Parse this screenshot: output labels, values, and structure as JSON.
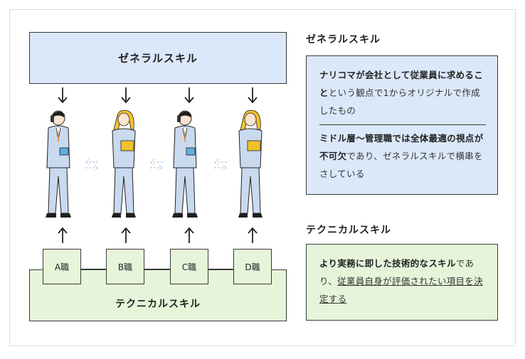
{
  "diagram": {
    "general_skill_label": "ゼネラルスキル",
    "technical_skill_label": "テクニカルスキル",
    "jobs": [
      {
        "label": "A職"
      },
      {
        "label": "B職"
      },
      {
        "label": "C職"
      },
      {
        "label": "D職"
      }
    ]
  },
  "panel": {
    "general": {
      "title": "ゼネラルスキル",
      "p1_bold": "ナリコマが会社として従業員に求めること",
      "p1_rest": "という観点で1からオリジナルで作成したもの",
      "p2_bold": "ミドル層〜管理職では全体最適の視点が不可欠",
      "p2_rest": "であり、ゼネラルスキルで横串をさしている"
    },
    "technical": {
      "title": "テクニカルスキル",
      "bold": "より実務に即した技術的なスキル",
      "rest": "であり、",
      "underlined": "従業員自身が評価されたい項目を決定する"
    }
  },
  "colors": {
    "general_fill": "#dbe8fa",
    "technical_fill": "#e6f5da",
    "suit": "#c9d9ee",
    "hair_yellow": "#f2c22a",
    "accent_blue": "#5fb0e0",
    "accent_orange": "#f08a3a"
  }
}
